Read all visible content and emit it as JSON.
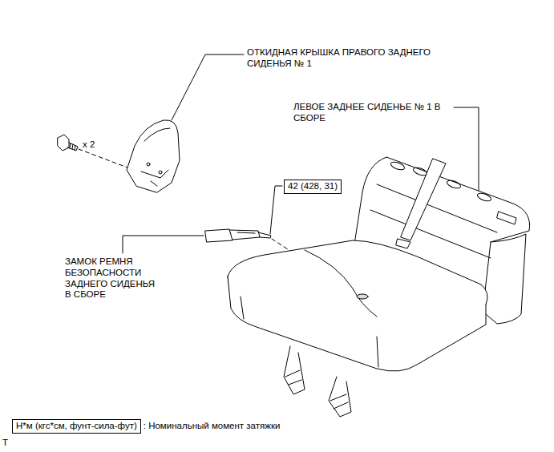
{
  "diagram": {
    "nodes": [
      {
        "text": [
          "42 (428, 31)"
        ]
      },
      {
        "text": [
          "Н*м (кгс*см, фунт-сила-фут)"
        ]
      }
    ],
    "labels": [
      "ОТКИДНАЯ КРЫШКА ПРАВОГО ЗАДНЕГО СИДЕНЬЯ № 1",
      "ЛЕВОЕ ЗАДНЕЕ СИДЕНЬЕ № 1 В СБОРЕ",
      "x 2",
      "ЗАМОК РЕМНЯ БЕЗОПАСНОСТИ ЗАДНЕГО СИДЕНЬЯ В СБОРЕ",
      ": Номинальный момент затяжки",
      "T"
    ]
  }
}
